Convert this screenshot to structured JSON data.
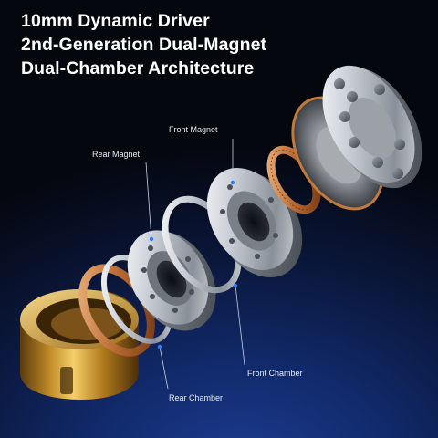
{
  "headline": {
    "line1": "10mm Dynamic Driver",
    "line2": "2nd-Generation Dual-Magnet",
    "line3": "Dual-Chamber Architecture"
  },
  "callouts": {
    "front_magnet": "Front Magnet",
    "rear_magnet": "Rear Magnet",
    "front_chamber": "Front Chamber",
    "rear_chamber": "Rear Chamber"
  },
  "colors": {
    "background_dark": "#05070f",
    "background_glow": "#1f3f96",
    "gold": "#c9932e",
    "copper": "#b86a2e",
    "silver": "#c8ccd2",
    "marker": "#2f7bff"
  }
}
